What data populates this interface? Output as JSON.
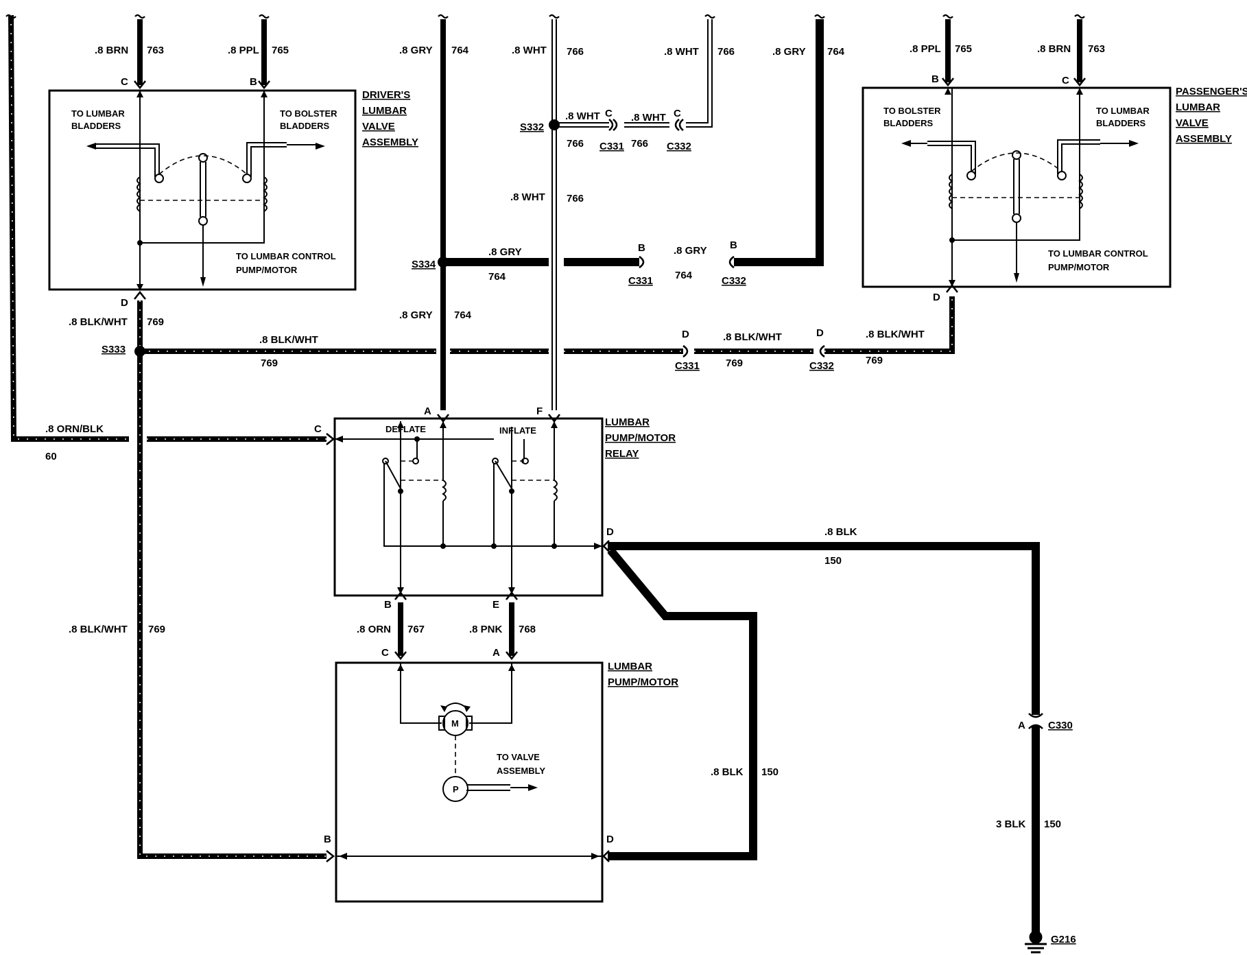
{
  "title_blocks": {
    "driver_valve": [
      "DRIVER'S",
      "LUMBAR",
      "VALVE",
      "ASSEMBLY"
    ],
    "passenger_valve": [
      "PASSENGER'S",
      "LUMBAR",
      "VALVE",
      "ASSEMBLY"
    ],
    "relay": [
      "LUMBAR",
      "PUMP/MOTOR",
      "RELAY"
    ],
    "pump": [
      "LUMBAR",
      "PUMP/MOTOR"
    ]
  },
  "notes": {
    "to_lumbar_bladders": [
      "TO LUMBAR",
      "BLADDERS"
    ],
    "to_bolster_bladders": [
      "TO BOLSTER",
      "BLADDERS"
    ],
    "to_lumbar_control": [
      "TO LUMBAR CONTROL",
      "PUMP/MOTOR"
    ],
    "to_valve_assembly": [
      "TO VALVE",
      "ASSEMBLY"
    ],
    "deflate": "DEFLATE",
    "inflate": "INFLATE",
    "motor_symbol": "M",
    "pump_symbol": "P"
  },
  "wires": {
    "brn": ".8 BRN",
    "ppl": ".8 PPL",
    "gry": ".8 GRY",
    "wht": ".8 WHT",
    "blkwht": ".8 BLK/WHT",
    "orn": ".8 ORN",
    "pnk": ".8 PNK",
    "ornblk": ".8 ORN/BLK",
    "blk": ".8 BLK",
    "blk3": "3 BLK"
  },
  "circuits": {
    "c763": "763",
    "c765": "765",
    "c764": "764",
    "c766": "766",
    "c769": "769",
    "c767": "767",
    "c768": "768",
    "c60": "60",
    "c150": "150"
  },
  "pins": {
    "a": "A",
    "b": "B",
    "c": "C",
    "d": "D",
    "e": "E",
    "f": "F"
  },
  "refs": {
    "s332": "S332",
    "s333": "S333",
    "s334": "S334",
    "c330": "C330",
    "c331": "C331",
    "c332": "C332",
    "g216": "G216"
  }
}
